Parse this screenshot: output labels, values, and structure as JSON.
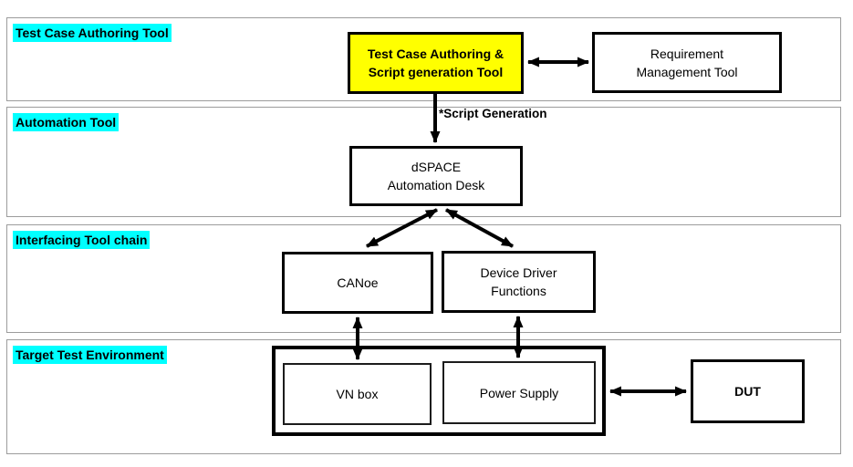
{
  "bands": {
    "authoring": {
      "label": "Test Case Authoring Tool"
    },
    "automation": {
      "label": "Automation Tool"
    },
    "interfacing": {
      "label": "Interfacing Tool chain"
    },
    "target": {
      "label": "Target Test Environment"
    }
  },
  "nodes": {
    "authoring_tool": {
      "label": "Test Case Authoring &\nScript generation Tool"
    },
    "requirement_tool": {
      "label": "Requirement\nManagement Tool"
    },
    "dspace": {
      "label": "dSPACE\nAutomation Desk"
    },
    "canoe": {
      "label": "CANoe"
    },
    "device_driver": {
      "label": "Device Driver\nFunctions"
    },
    "vn_box": {
      "label": "VN box"
    },
    "power_supply": {
      "label": "Power Supply"
    },
    "dut": {
      "label": "DUT"
    }
  },
  "annotations": {
    "script_generation": "*Script Generation"
  },
  "colors": {
    "label_highlight": "#00ffff",
    "emphasis_fill": "#ffff00",
    "box_fill": "#ffffff",
    "line": "#000000",
    "band_border": "#9c9c9c"
  }
}
